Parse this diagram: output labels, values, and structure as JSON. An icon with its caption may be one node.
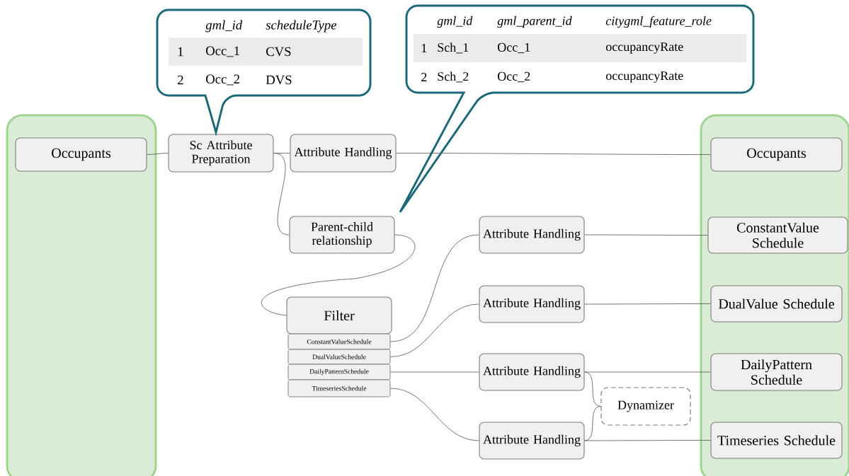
{
  "diagram": {
    "nodes": [
      {
        "text": [],
        "shape": "box"
      },
      {
        "text": [
          "Occupants"
        ],
        "in": 0
      },
      {
        "text": [],
        "shape": "box"
      },
      {
        "text": [
          "Occupants"
        ],
        "in": 2
      },
      {
        "text": [
          "ConstantValue Schedule"
        ],
        "in": 2
      },
      {
        "text": [
          "DualValue Schedule"
        ],
        "in": 2
      },
      {
        "text": [
          "DailyPattern Schedule"
        ],
        "in": 2
      },
      {
        "text": [
          "Timeseries Schedule"
        ],
        "in": 2
      },
      {
        "text": [
          "Sc Attribute Preparation"
        ]
      },
      {
        "text": [
          "Attribute Handling"
        ]
      },
      {
        "text": [
          "Parent-child relationship"
        ]
      },
      {
        "text": [
          "Filter"
        ]
      },
      {
        "text": [
          "ConstantValueSchedule"
        ]
      },
      {
        "text": [
          "DualValueSchedule"
        ]
      },
      {
        "text": [
          "DailyPatternSchedule"
        ]
      },
      {
        "text": [
          "TimeseriesSchedule"
        ]
      },
      {
        "text": [
          "Attribute Handling"
        ]
      },
      {
        "text": [
          "Attribute Handling"
        ]
      },
      {
        "text": [
          "Attribute Handling"
        ]
      },
      {
        "text": [
          "Attribute Handling"
        ]
      },
      {
        "text": [
          "Dynamizer"
        ]
      },
      {
        "text": [
          "gml_id",
          "scheduleType",
          "1",
          "Occ_1",
          "CVS",
          "2",
          "Occ_2",
          "DVS"
        ]
      },
      {
        "text": [
          "gml_id",
          "gml_parent_id",
          "citygml_feature_role",
          "1",
          "Sch_1",
          "Occ_1",
          "occupancyRate",
          "2",
          "Sch_2",
          "Occ_2",
          "occupancyRate"
        ]
      }
    ],
    "edges": [
      {
        "from": 1,
        "to": 8,
        "arrow": "none"
      },
      {
        "from": 8,
        "to": 9,
        "arrow": "none"
      },
      {
        "from": 9,
        "to": 3,
        "arrow": "none"
      },
      {
        "from": 8,
        "to": 10,
        "arrow": "none"
      },
      {
        "from": 10,
        "to": 11,
        "arrow": "none"
      },
      {
        "from": 12,
        "to": 16,
        "arrow": "none"
      },
      {
        "from": 13,
        "to": 17,
        "arrow": "none"
      },
      {
        "from": 14,
        "to": 18,
        "arrow": "none"
      },
      {
        "from": 15,
        "to": 19,
        "arrow": "none"
      },
      {
        "from": 16,
        "to": 4,
        "arrow": "none"
      },
      {
        "from": 17,
        "to": 5,
        "arrow": "none"
      },
      {
        "from": 18,
        "to": 6,
        "arrow": "none"
      },
      {
        "from": 19,
        "to": 7,
        "arrow": "none"
      },
      {
        "from": 18,
        "to": 20,
        "arrow": "none"
      },
      {
        "from": 19,
        "to": 20,
        "arrow": "none"
      }
    ]
  }
}
